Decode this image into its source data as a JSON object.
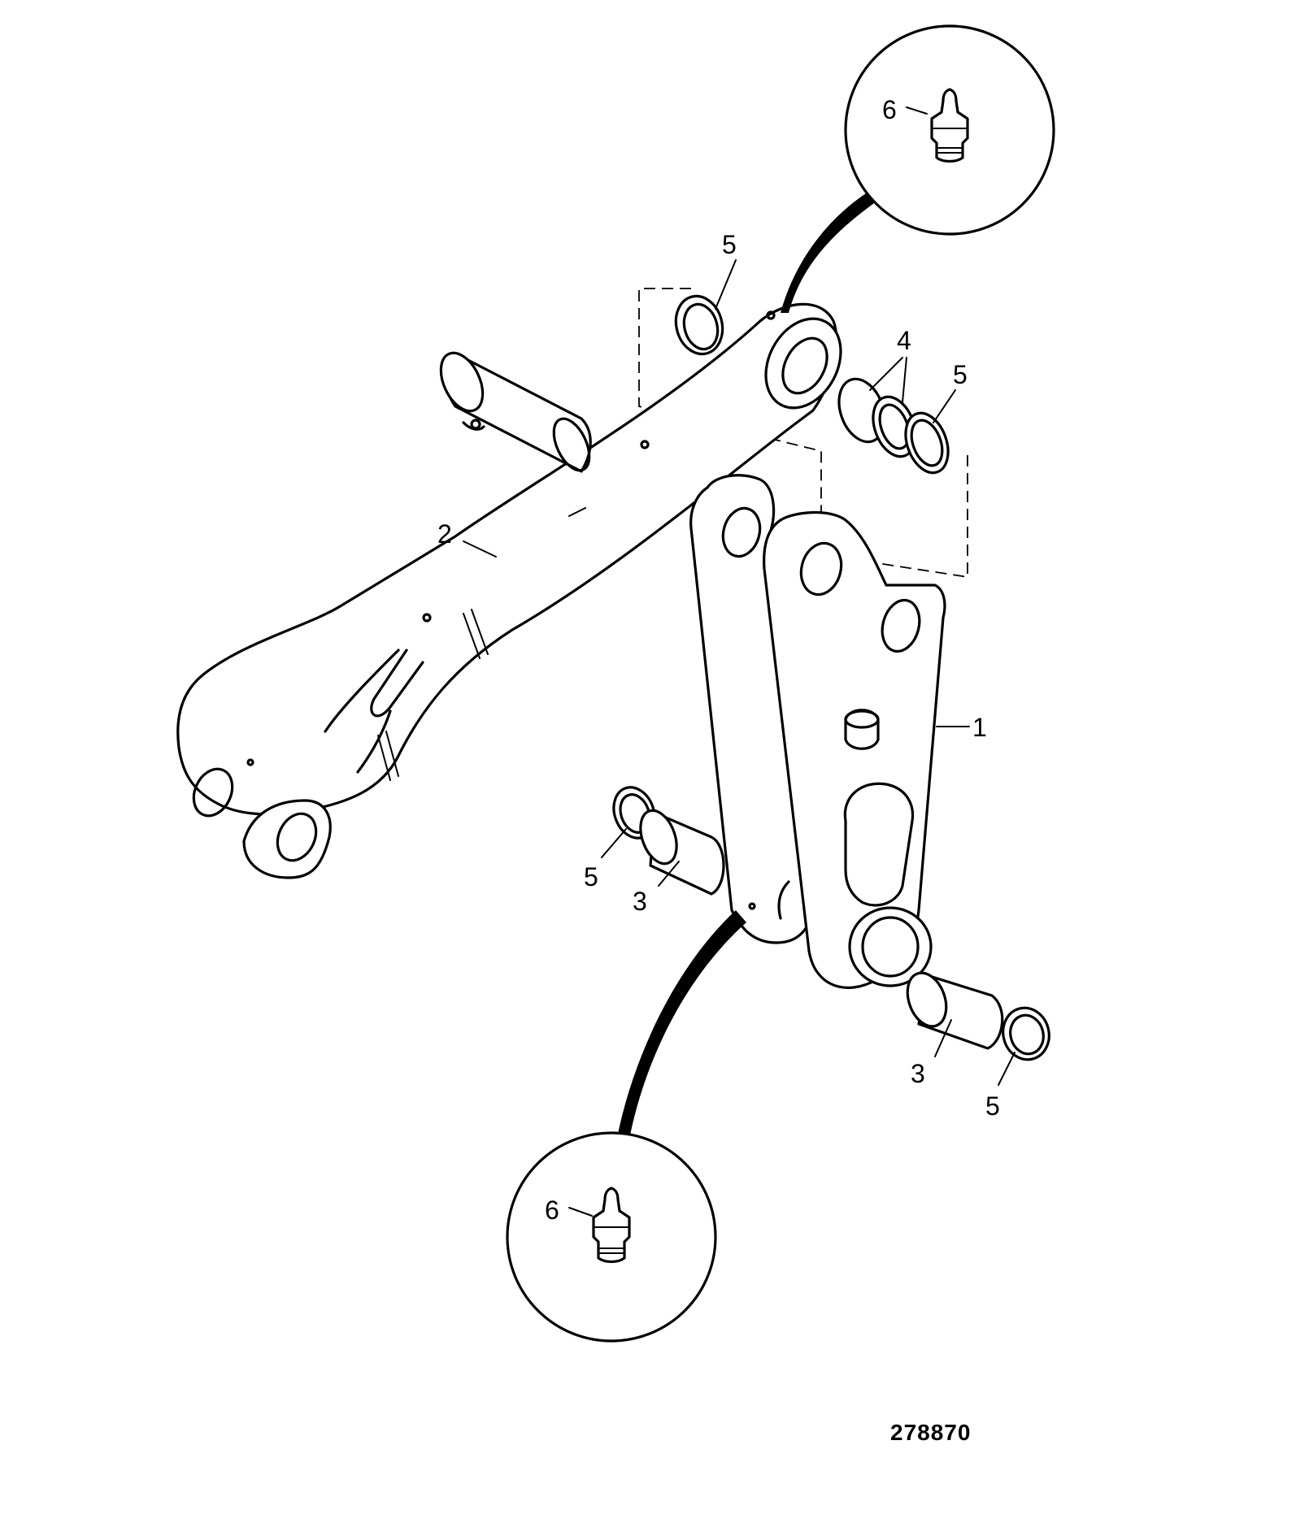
{
  "callouts": {
    "c1": "1",
    "c2": "2",
    "c3a": "3",
    "c3b": "3",
    "c4": "4",
    "c5a": "5",
    "c5b": "5",
    "c5c": "5",
    "c5d": "5",
    "c6a": "6",
    "c6b": "6"
  },
  "reference_number": "278870"
}
